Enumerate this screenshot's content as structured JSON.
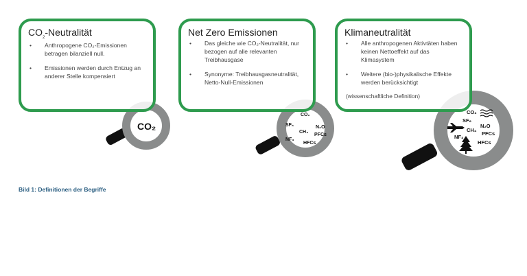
{
  "boxes": [
    {
      "title_pre": "CO",
      "title_sub": "2",
      "title_post": "-Neutralität",
      "bullets": [
        "Anthropogene CO₂-Emissionen betragen bilanziell null.",
        "Emissionen werden durch Entzug an anderer Stelle kompensiert"
      ]
    },
    {
      "title": "Net Zero Emissionen",
      "bullets": [
        "Das gleiche wie CO₂-Neutralität, nur bezogen auf alle relevanten Treibhausgase",
        "Synonyme: Treibhausgasneutralität, Netto-Null-Emissionen"
      ]
    },
    {
      "title": "Klimaneutralität",
      "bullets": [
        "Alle anthropogenen Aktivtäten haben keinen Nettoeffekt auf das Klimasystem",
        "Weitere (bio-)physikalische Effekte werden berücksichtigt"
      ],
      "note": "(wissenschaftliche Definition)"
    }
  ],
  "lenses": {
    "lens1": {
      "co2": "CO₂"
    },
    "gases": {
      "co2": "CO₂",
      "sf6": "SF₆",
      "n2o": "N₂O",
      "ch4": "CH₄",
      "pfcs": "PFCs",
      "nf3": "NF₃",
      "hfcs": "HFCs"
    }
  },
  "caption": "Bild 1: Definitionen der Begriffe"
}
